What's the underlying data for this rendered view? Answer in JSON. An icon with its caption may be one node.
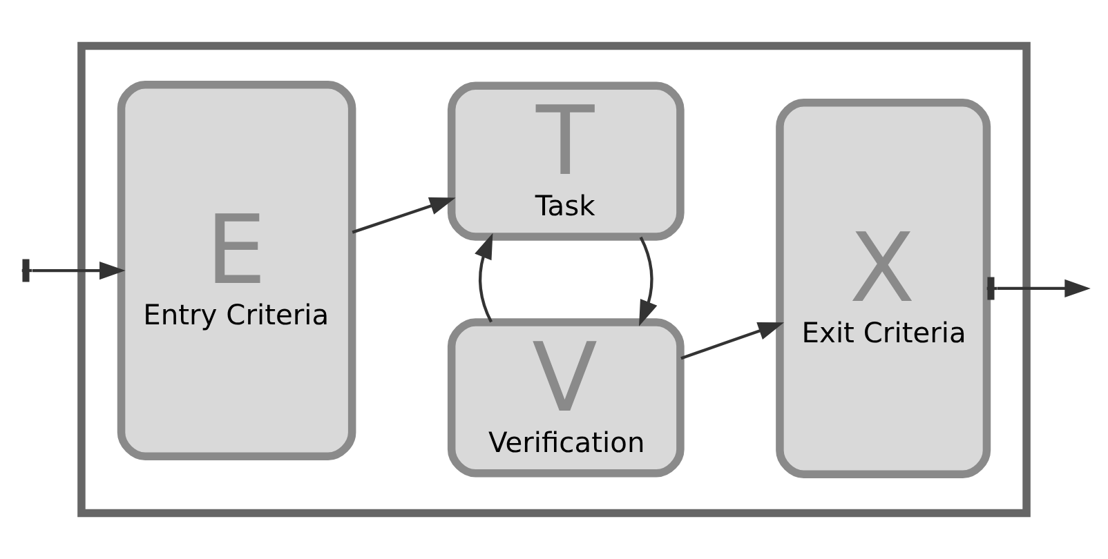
{
  "diagram": {
    "nodes": [
      {
        "text": [],
        "shape": "box"
      },
      {
        "text": [
          "E",
          "Entry Criteria"
        ],
        "in": 0
      },
      {
        "text": [
          "T",
          "Task"
        ],
        "in": 0
      },
      {
        "text": [
          "V",
          "Verification"
        ],
        "in": 0
      },
      {
        "text": [
          "X",
          "Exit Criteria"
        ],
        "in": 0
      }
    ],
    "edges": [
      {
        "from": null,
        "to": 1,
        "arrow": "to"
      },
      {
        "from": 1,
        "to": 2,
        "arrow": "to"
      },
      {
        "from": 2,
        "to": 3,
        "arrow": "to"
      },
      {
        "from": 3,
        "to": 2,
        "arrow": "to"
      },
      {
        "from": 3,
        "to": 4,
        "arrow": "to"
      },
      {
        "from": 4,
        "to": null,
        "arrow": "to"
      }
    ]
  }
}
